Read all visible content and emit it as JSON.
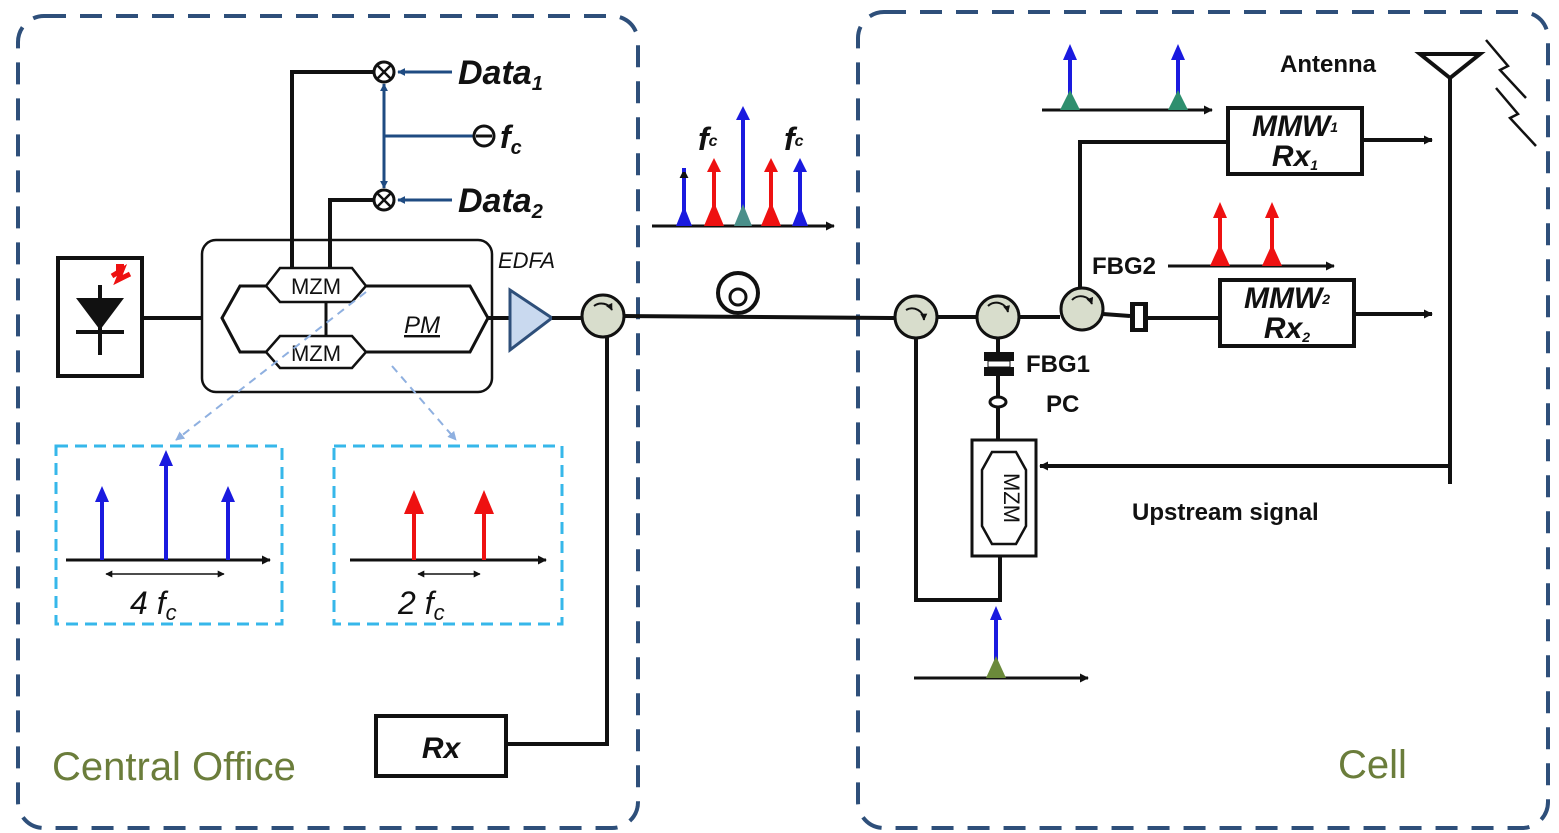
{
  "labels": {
    "central_office": "Central Office",
    "cell": "Cell",
    "data1": "Data",
    "data1_sub": "1",
    "data2": "Data",
    "data2_sub": "2",
    "fc_source": "f",
    "fc_source_sub": "c",
    "fc_left": "f",
    "fc_left_sub": "c",
    "fc_right": "f",
    "fc_right_sub": "c",
    "mzm_top": "MZM",
    "mzm_bottom": "MZM",
    "mzm_cell": "MZM",
    "pm": "PM",
    "edfa": "EDFA",
    "rx": "Rx",
    "antenna": "Antenna",
    "mmw1_line1": "MMW",
    "mmw1_line1_sub": "1",
    "mmw1_line2": "Rx",
    "mmw1_line2_sub": "1",
    "mmw2_line1": "MMW",
    "mmw2_line1_sub": "2",
    "mmw2_line2": "Rx",
    "mmw2_line2_sub": "2",
    "fbg1": "FBG1",
    "fbg2": "FBG2",
    "pc": "PC",
    "upstream": "Upstream signal",
    "spacing_4fc": "4 f",
    "spacing_4fc_sub": "c",
    "spacing_2fc": "2 f",
    "spacing_2fc_sub": "c"
  },
  "colors": {
    "dashed_border": "#2e4f7a",
    "inset_border": "#36b7ea",
    "blue_tone": "#1a1adf",
    "red_tone": "#ee1111",
    "green_base": "#6b8a3a",
    "circulator_fill": "#d8ddcc",
    "section_label": "#6b7d3b"
  },
  "icons": {
    "laser": "laser-diode-icon",
    "antenna": "antenna-icon",
    "fiber_spool": "fiber-spool-icon",
    "mixer": "mixer-icon",
    "oscillator": "oscillator-icon",
    "circulator": "circulator-icon",
    "lightning": "lightning-icon"
  }
}
